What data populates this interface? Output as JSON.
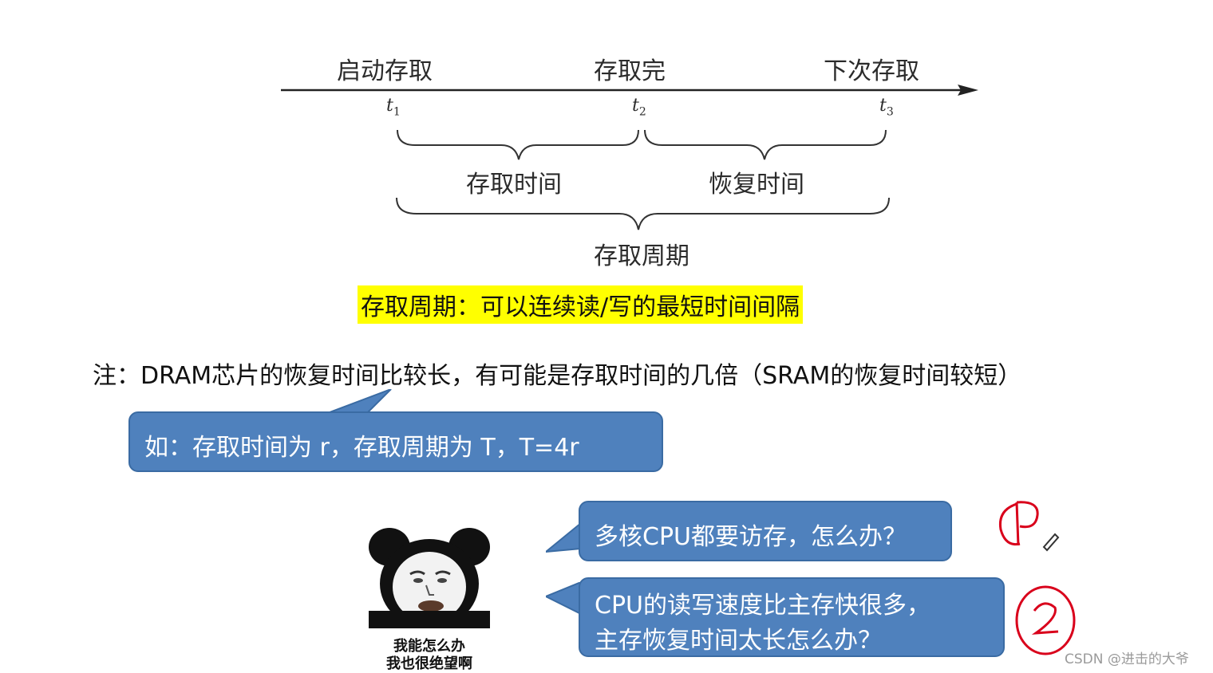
{
  "timeline": {
    "labels": {
      "start": "启动存取",
      "done": "存取完",
      "next": "下次存取"
    },
    "ticks": {
      "t1": {
        "main": "t",
        "sub": "1"
      },
      "t2": {
        "main": "t",
        "sub": "2"
      },
      "t3": {
        "main": "t",
        "sub": "3"
      }
    },
    "brace_labels": {
      "access_time": "存取时间",
      "recovery_time": "恢复时间",
      "access_cycle": "存取周期"
    }
  },
  "definition": "存取周期：可以连续读/写的最短时间间隔",
  "note": "注：DRAM芯片的恢复时间比较长，有可能是存取时间的几倍（SRAM的恢复时间较短）",
  "example_bubble": "如：存取时间为 r，存取周期为 T，T=4r",
  "meme": {
    "caption_line1": "我能怎么办",
    "caption_line2": "我也很绝望啊"
  },
  "questions": [
    {
      "lines": [
        "多核CPU都要访存，怎么办？"
      ],
      "marker": "①"
    },
    {
      "lines": [
        "CPU的读写速度比主存快很多，",
        "主存恢复时间太长怎么办？"
      ],
      "marker": "②"
    }
  ],
  "watermark": "CSDN @进击的大爷",
  "colors": {
    "bubble": "#4f81bd",
    "highlight": "#ffff00",
    "annotation": "#d9001b"
  }
}
